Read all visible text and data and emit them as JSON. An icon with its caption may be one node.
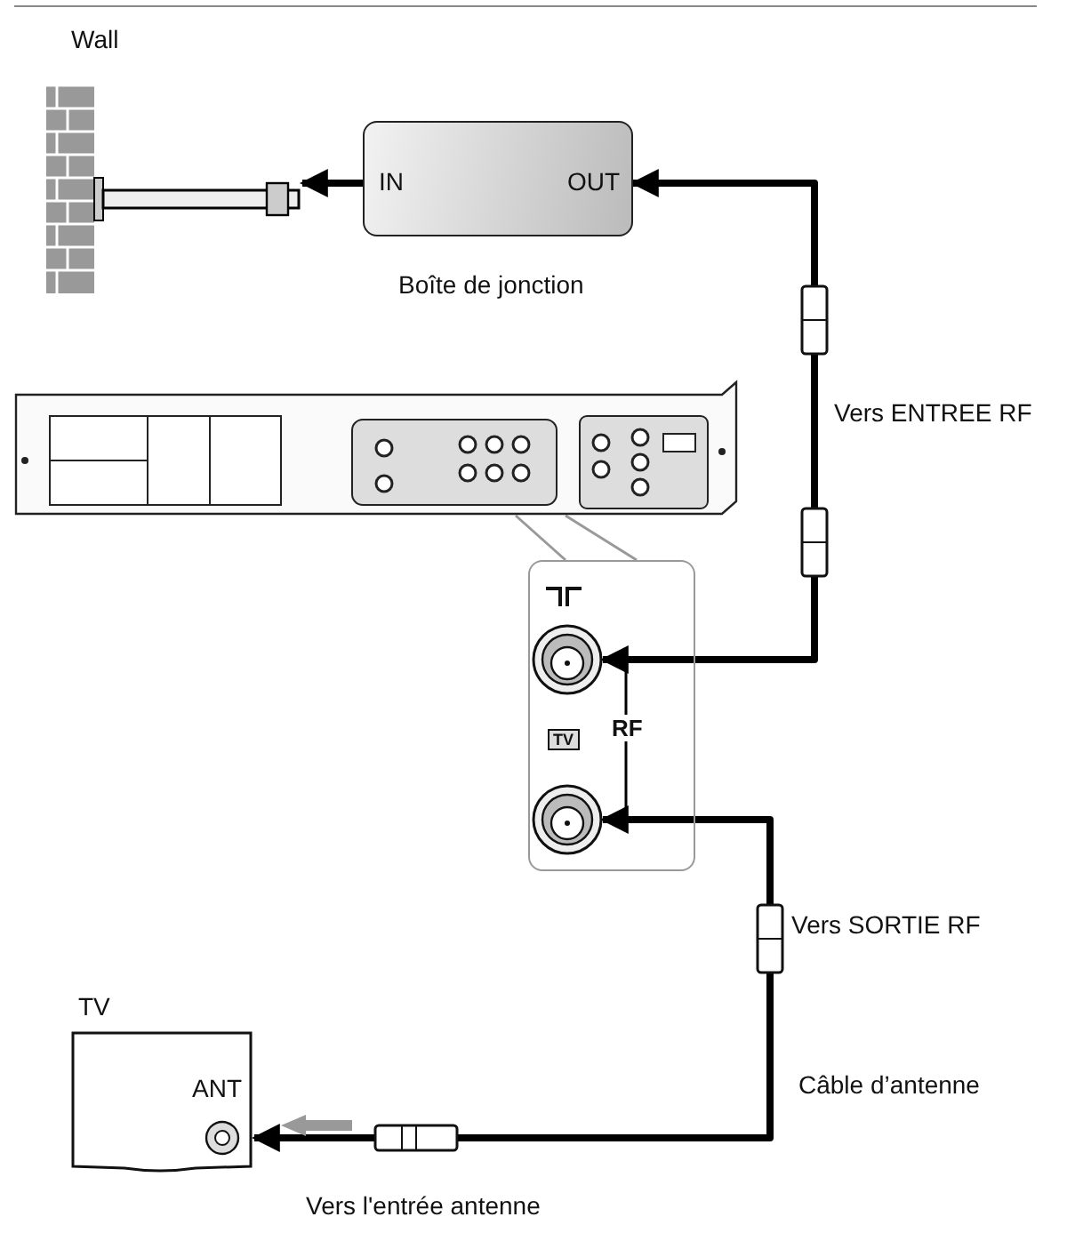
{
  "diagram": {
    "nodes": [
      {
        "text": [
          "Wall"
        ]
      },
      {
        "text": [
          "IN",
          "OUT"
        ],
        "beside": [
          "Boîte de jonction"
        ]
      },
      {
        "text": [],
        "shape": "picture"
      },
      {
        "text": [],
        "shape": "box"
      },
      {
        "text": [],
        "shape": "circle",
        "in": 3
      },
      {
        "text": [],
        "shape": "circle",
        "in": 3
      },
      {
        "text": [
          "TV",
          "ANT"
        ]
      }
    ],
    "edges": [
      {
        "from": 1,
        "to": 0,
        "arrow": "to"
      },
      {
        "from": 1,
        "to": 4,
        "arrow": "both",
        "label": "Vers ENTREE RF"
      },
      {
        "from": 2,
        "to": 3,
        "arrow": "none",
        "color": "#999999"
      },
      {
        "from": 4,
        "to": 5,
        "arrow": "none",
        "label": "RF"
      },
      {
        "from": 5,
        "to": 6,
        "arrow": "both",
        "label": "Câble d’antenne"
      }
    ],
    "labels": [
      "TV",
      "Vers SORTIE RF",
      "Vers l'entrée antenne"
    ]
  }
}
